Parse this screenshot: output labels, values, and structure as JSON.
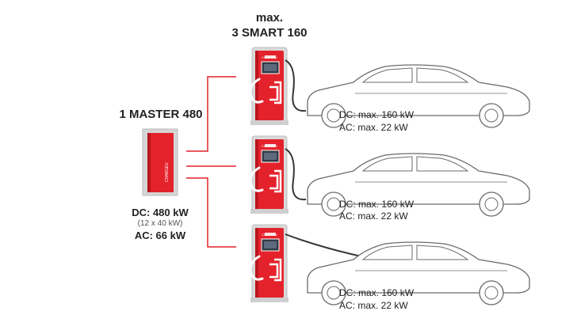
{
  "colors": {
    "accent": "#e4222b",
    "accent_dark": "#b9161e",
    "line": "#e4222b",
    "car_outline": "#6b6b6b",
    "cable": "#333333"
  },
  "master": {
    "title": "1 MASTER 480",
    "dc": "DC: 480 kW",
    "modules": "(12 x 40 kW)",
    "ac": "AC: 66 kW",
    "brand": "CHARGEV"
  },
  "smart": {
    "title_line1": "max.",
    "title_line2": "3 SMART 160",
    "brand": "CHARGEV",
    "stations": [
      {
        "dc": "DC: max. 160 kW",
        "ac": "AC: max. 22 kW"
      },
      {
        "dc": "DC: max. 160 kW",
        "ac": "AC: max. 22 kW"
      },
      {
        "dc": "DC: max. 160 kW",
        "ac": "AC: max. 22 kW"
      }
    ]
  },
  "icons": {
    "master": "master-charger-cabinet-icon",
    "smart": "smart-charger-icon",
    "car": "car-icon",
    "cable": "charging-cable-icon"
  }
}
